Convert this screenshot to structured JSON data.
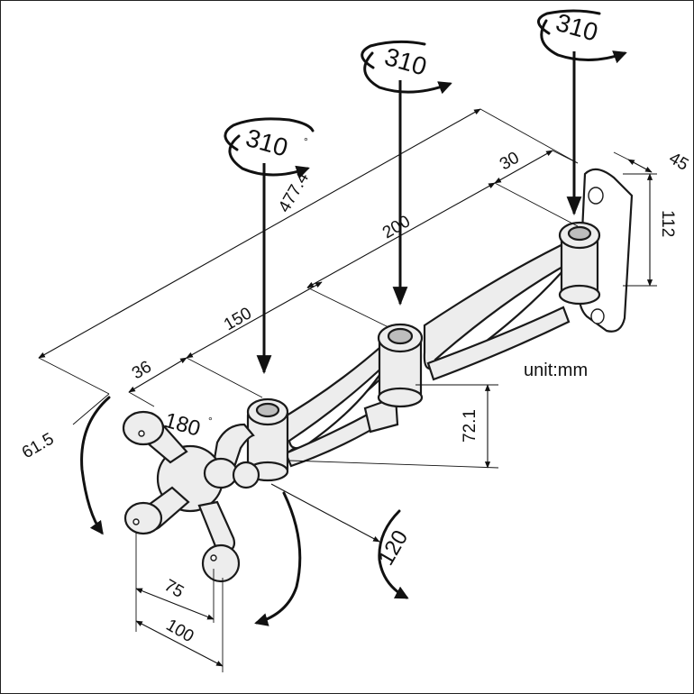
{
  "diagram": {
    "unit_label": "unit:mm",
    "dimensions": {
      "total_length": "477.4",
      "arm_2": "200",
      "arm_1": "150",
      "head": "36",
      "wall_offset": "30",
      "plate_depth": "45",
      "plate_height": "112",
      "arm_drop": "72.1",
      "head_width": "61.5",
      "vesa_small": "75",
      "vesa_large": "100"
    },
    "rotations": {
      "wall_swivel": "310",
      "elbow_swivel": "310",
      "head_swivel": "310",
      "tilt": "180",
      "rotate": "120"
    },
    "degree_symbol": "°"
  }
}
